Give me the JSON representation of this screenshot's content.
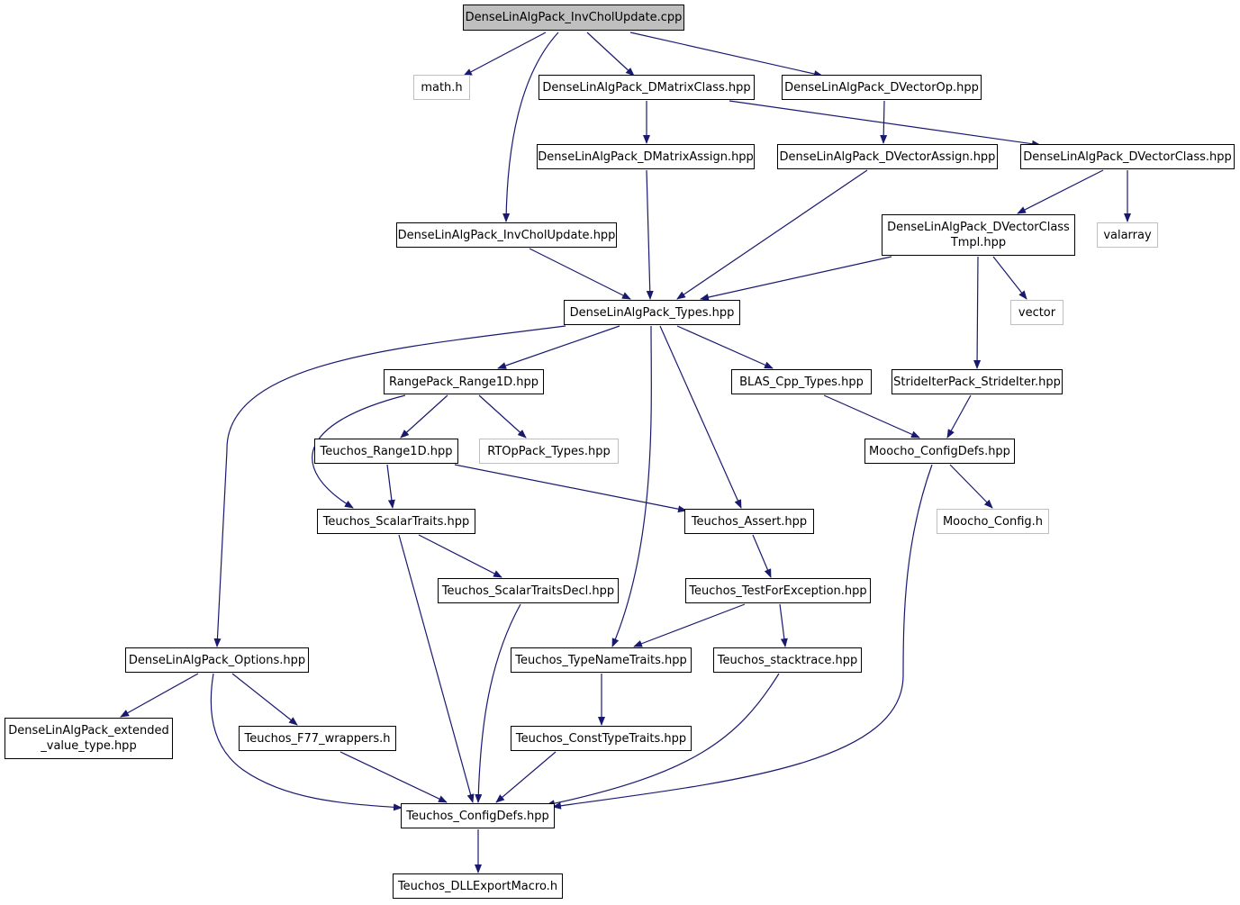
{
  "colors": {
    "edge": "#191970",
    "root_fill": "#bfbfbf",
    "external_border": "#bfbfbf"
  },
  "nodes": [
    {
      "id": "root",
      "label": "DenseLinAlgPack_InvCholUpdate.cpp",
      "kind": "root"
    },
    {
      "id": "math",
      "label": "math.h",
      "kind": "ext"
    },
    {
      "id": "dmatclass",
      "label": "DenseLinAlgPack_DMatrixClass.hpp",
      "kind": "file"
    },
    {
      "id": "dvecop",
      "label": "DenseLinAlgPack_DVectorOp.hpp",
      "kind": "file"
    },
    {
      "id": "dmatassign",
      "label": "DenseLinAlgPack_DMatrixAssign.hpp",
      "kind": "file"
    },
    {
      "id": "dvecassign",
      "label": "DenseLinAlgPack_DVectorAssign.hpp",
      "kind": "file"
    },
    {
      "id": "dvecclass",
      "label": "DenseLinAlgPack_DVectorClass.hpp",
      "kind": "file"
    },
    {
      "id": "invcholhpp",
      "label": "DenseLinAlgPack_InvCholUpdate.hpp",
      "kind": "file"
    },
    {
      "id": "dvecclasstmpl",
      "label": "DenseLinAlgPack_DVectorClass\nTmpl.hpp",
      "kind": "file"
    },
    {
      "id": "valarray",
      "label": "valarray",
      "kind": "ext"
    },
    {
      "id": "types",
      "label": "DenseLinAlgPack_Types.hpp",
      "kind": "file"
    },
    {
      "id": "vector",
      "label": "vector",
      "kind": "ext"
    },
    {
      "id": "range1d",
      "label": "RangePack_Range1D.hpp",
      "kind": "file"
    },
    {
      "id": "blas",
      "label": "BLAS_Cpp_Types.hpp",
      "kind": "file"
    },
    {
      "id": "strideiter",
      "label": "StrideIterPack_StrideIter.hpp",
      "kind": "file"
    },
    {
      "id": "trange1d",
      "label": "Teuchos_Range1D.hpp",
      "kind": "file"
    },
    {
      "id": "rtop",
      "label": "RTOpPack_Types.hpp",
      "kind": "ext"
    },
    {
      "id": "moochoconfigdefs",
      "label": "Moocho_ConfigDefs.hpp",
      "kind": "file"
    },
    {
      "id": "scalartraits",
      "label": "Teuchos_ScalarTraits.hpp",
      "kind": "file"
    },
    {
      "id": "assert",
      "label": "Teuchos_Assert.hpp",
      "kind": "file"
    },
    {
      "id": "moochoconfig",
      "label": "Moocho_Config.h",
      "kind": "ext"
    },
    {
      "id": "scalartraitsdecl",
      "label": "Teuchos_ScalarTraitsDecl.hpp",
      "kind": "file"
    },
    {
      "id": "testforexc",
      "label": "Teuchos_TestForException.hpp",
      "kind": "file"
    },
    {
      "id": "options",
      "label": "DenseLinAlgPack_Options.hpp",
      "kind": "file"
    },
    {
      "id": "typenametraits",
      "label": "Teuchos_TypeNameTraits.hpp",
      "kind": "file"
    },
    {
      "id": "stacktrace",
      "label": "Teuchos_stacktrace.hpp",
      "kind": "file"
    },
    {
      "id": "extvalue",
      "label": "DenseLinAlgPack_extended\n_value_type.hpp",
      "kind": "file"
    },
    {
      "id": "f77",
      "label": "Teuchos_F77_wrappers.h",
      "kind": "file"
    },
    {
      "id": "consttypetraits",
      "label": "Teuchos_ConstTypeTraits.hpp",
      "kind": "file"
    },
    {
      "id": "tconfigdefs",
      "label": "Teuchos_ConfigDefs.hpp",
      "kind": "file"
    },
    {
      "id": "dllexport",
      "label": "Teuchos_DLLExportMacro.h",
      "kind": "file"
    }
  ],
  "edges": [
    [
      "root",
      "math"
    ],
    [
      "root",
      "invcholhpp"
    ],
    [
      "root",
      "dmatclass"
    ],
    [
      "root",
      "dvecop"
    ],
    [
      "dmatclass",
      "dmatassign"
    ],
    [
      "dmatclass",
      "dvecclass"
    ],
    [
      "dvecop",
      "dvecassign"
    ],
    [
      "dmatassign",
      "types"
    ],
    [
      "dvecassign",
      "types"
    ],
    [
      "invcholhpp",
      "types"
    ],
    [
      "dvecclass",
      "dvecclasstmpl"
    ],
    [
      "dvecclass",
      "valarray"
    ],
    [
      "dvecclasstmpl",
      "types"
    ],
    [
      "dvecclasstmpl",
      "vector"
    ],
    [
      "dvecclasstmpl",
      "strideiter"
    ],
    [
      "types",
      "options"
    ],
    [
      "types",
      "range1d"
    ],
    [
      "types",
      "blas"
    ],
    [
      "types",
      "assert"
    ],
    [
      "types",
      "typenametraits"
    ],
    [
      "range1d",
      "trange1d"
    ],
    [
      "range1d",
      "rtop"
    ],
    [
      "range1d",
      "scalartraits"
    ],
    [
      "blas",
      "moochoconfigdefs"
    ],
    [
      "strideiter",
      "moochoconfigdefs"
    ],
    [
      "trange1d",
      "scalartraits"
    ],
    [
      "trange1d",
      "assert"
    ],
    [
      "moochoconfigdefs",
      "moochoconfig"
    ],
    [
      "moochoconfigdefs",
      "tconfigdefs"
    ],
    [
      "scalartraits",
      "scalartraitsdecl"
    ],
    [
      "scalartraits",
      "tconfigdefs"
    ],
    [
      "scalartraitsdecl",
      "tconfigdefs"
    ],
    [
      "assert",
      "testforexc"
    ],
    [
      "testforexc",
      "typenametraits"
    ],
    [
      "testforexc",
      "stacktrace"
    ],
    [
      "typenametraits",
      "consttypetraits"
    ],
    [
      "stacktrace",
      "tconfigdefs"
    ],
    [
      "options",
      "extvalue"
    ],
    [
      "options",
      "f77"
    ],
    [
      "options",
      "tconfigdefs"
    ],
    [
      "f77",
      "tconfigdefs"
    ],
    [
      "consttypetraits",
      "tconfigdefs"
    ],
    [
      "tconfigdefs",
      "dllexport"
    ]
  ]
}
